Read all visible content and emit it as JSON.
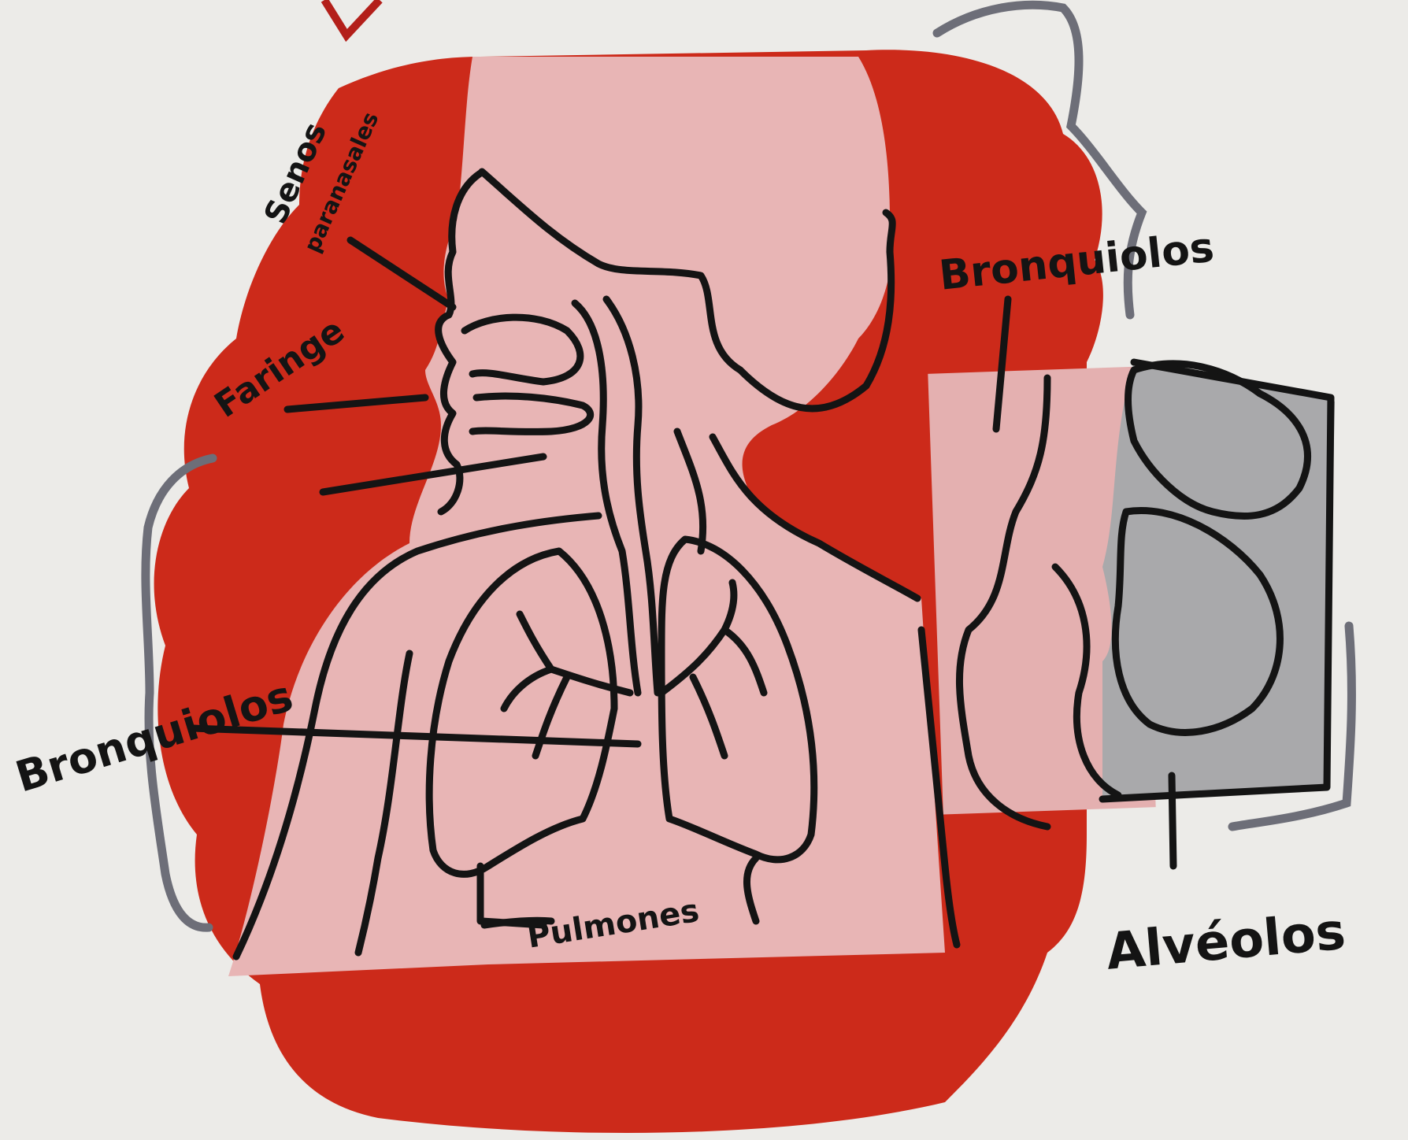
{
  "labels": {
    "senos": "Senos",
    "senos_line2": "paranasales",
    "faringe": "Faringe",
    "bronquiolos_top": "Bronquiolos",
    "bronquiolos_left": "Bronquiolos",
    "pulmones": "Pulmones",
    "alveolos": "Alvéolos"
  },
  "colors": {
    "paper": "#ecebe8",
    "red_background": "#cc2a1a",
    "body_pink": "#e8b5b5",
    "alveoli_gray": "#a9a9ab",
    "ink": "#141414",
    "bracket_gray": "#6d6e78"
  }
}
